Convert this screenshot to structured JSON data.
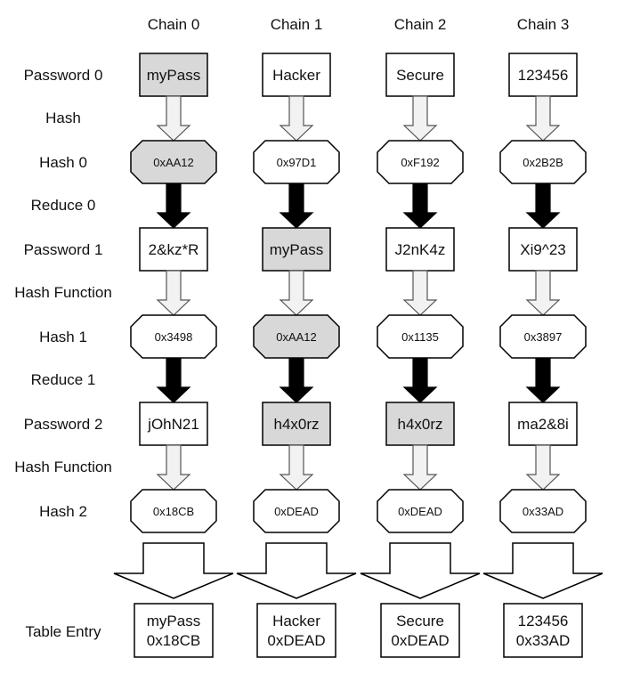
{
  "chains": [
    {
      "name": "Chain 0",
      "password_0": "myPass",
      "hash_0": "0xAA12",
      "password_1": "2&kz*R",
      "hash_1": "0x3498",
      "password_2": "jOhN21",
      "hash_2": "0x18CB",
      "entry_password": "myPass",
      "entry_hash": "0x18CB"
    },
    {
      "name": "Chain 1",
      "password_0": "Hacker",
      "hash_0": "0x97D1",
      "password_1": "myPass",
      "hash_1": "0xAA12",
      "password_2": "h4x0rz",
      "hash_2": "0xDEAD",
      "entry_password": "Hacker",
      "entry_hash": "0xDEAD"
    },
    {
      "name": "Chain 2",
      "password_0": "Secure",
      "hash_0": "0xF192",
      "password_1": "J2nK4z",
      "hash_1": "0x1135",
      "password_2": "h4x0rz",
      "hash_2": "0xDEAD",
      "entry_password": "Secure",
      "entry_hash": "0xDEAD"
    },
    {
      "name": "Chain 3",
      "password_0": "123456",
      "hash_0": "0x2B2B",
      "password_1": "Xi9^23",
      "hash_1": "0x3897",
      "password_2": "ma2&8i",
      "hash_2": "0x33AD",
      "entry_password": "123456",
      "entry_hash": "0x33AD"
    }
  ],
  "row_labels": {
    "password_0": "Password 0",
    "hash_step": "Hash",
    "hash_0": "Hash 0",
    "reduce_0": "Reduce 0",
    "password_1": "Password 1",
    "hash_function_1": "Hash Function",
    "hash_1": "Hash 1",
    "reduce_1": "Reduce 1",
    "password_2": "Password 2",
    "hash_function_2": "Hash Function",
    "hash_2": "Hash 2",
    "table_entry": "Table Entry"
  },
  "highlighted": {
    "password_0": [
      0
    ],
    "hash_0": [
      0
    ],
    "password_1": [
      1
    ],
    "hash_1": [
      1
    ],
    "password_2": [
      1,
      2
    ]
  },
  "colors": {
    "highlight_fill": "#d8d8d8",
    "box_fill": "#ffffff",
    "stroke": "#000000",
    "reduce_arrow": "#000000",
    "hash_arrow_fill": "#f2f2f2"
  }
}
